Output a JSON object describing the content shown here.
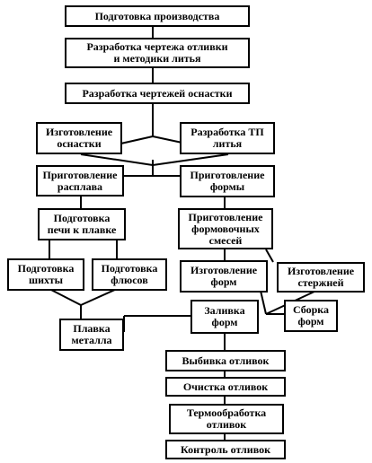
{
  "diagram": {
    "steps": {
      "prep_production": "Подготовка производства",
      "casting_drawing": "Разработка чертежа отливки\nи методики литья",
      "tooling_drawings": "Разработка чертежей оснастки",
      "tooling_making": "Изготовление\nоснастки",
      "tp_casting": "Разработка ТП\nлитья",
      "melt_prep": "Приготовление\nрасплава",
      "mold_prep": "Приготовление\nформы",
      "furnace_prep": "Подготовка\nпечи к плавке",
      "mix_prep": "Приготовление\nформовочных\nсмесей",
      "charge_prep": "Подготовка\nшихты",
      "flux_prep": "Подготовка\nфлюсов",
      "mold_making": "Изготовление\nформ",
      "core_making": "Изготовление\nстержней",
      "metal_melting": "Плавка\nметалла",
      "mold_pouring": "Заливка\nформ",
      "mold_assembly": "Сборка\nформ",
      "knockout": "Выбивка отливок",
      "cleaning": "Очистка отливок",
      "heat_treatment": "Термообработка\nотливок",
      "inspection": "Контроль отливок"
    }
  }
}
